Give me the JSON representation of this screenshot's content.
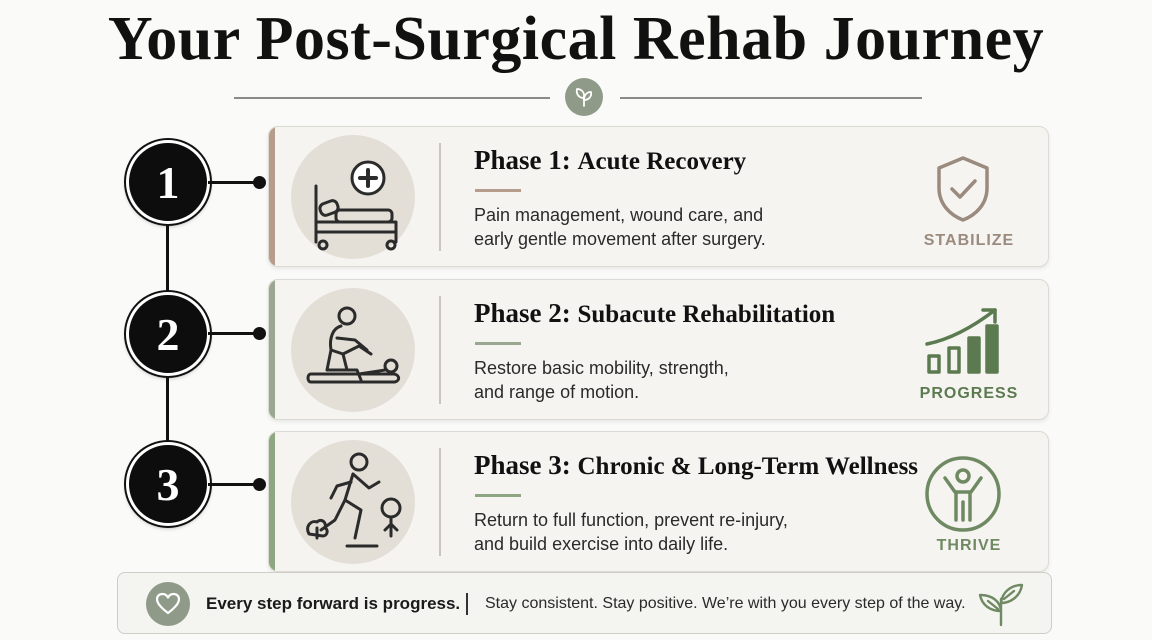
{
  "title": "Your Post-Surgical Rehab Journey",
  "icons": {
    "header": "leaf-icon",
    "footer_left": "heart-icon",
    "footer_right": "sprout-icon"
  },
  "colors": {
    "phase1_accent": "#b59c8b",
    "phase2_accent": "#9aa891",
    "phase3_accent": "#8fa682",
    "stabilize": "#9b8a7e",
    "progress": "#5c7a4f",
    "thrive": "#6f8a62",
    "badge_bg": "#8f9a88"
  },
  "steps": [
    {
      "number": "1",
      "title": "Phase 1:",
      "subtitle": "Acute Recovery",
      "description_line1": "Pain management, wound care, and",
      "description_line2": "early gentle movement after surgery.",
      "badge": "STABILIZE",
      "icon": "hospital-bed-icon",
      "badge_icon": "shield-check-icon"
    },
    {
      "number": "2",
      "title": "Phase 2:",
      "subtitle": "Subacute Rehabilitation",
      "description_line1": "Restore basic mobility, strength,",
      "description_line2": "and range of motion.",
      "badge": "PROGRESS",
      "icon": "physical-therapy-icon",
      "badge_icon": "growth-chart-icon"
    },
    {
      "number": "3",
      "title": "Phase 3:",
      "subtitle": "Chronic & Long-Term Wellness",
      "description_line1": "Return to full function, prevent re-injury,",
      "description_line2": "and build exercise into daily life.",
      "badge": "THRIVE",
      "icon": "runner-icon",
      "badge_icon": "celebrating-person-icon"
    }
  ],
  "footer": {
    "headline": "Every step forward is progress.",
    "message": "Stay consistent. Stay positive. We’re with you every step of the way."
  }
}
